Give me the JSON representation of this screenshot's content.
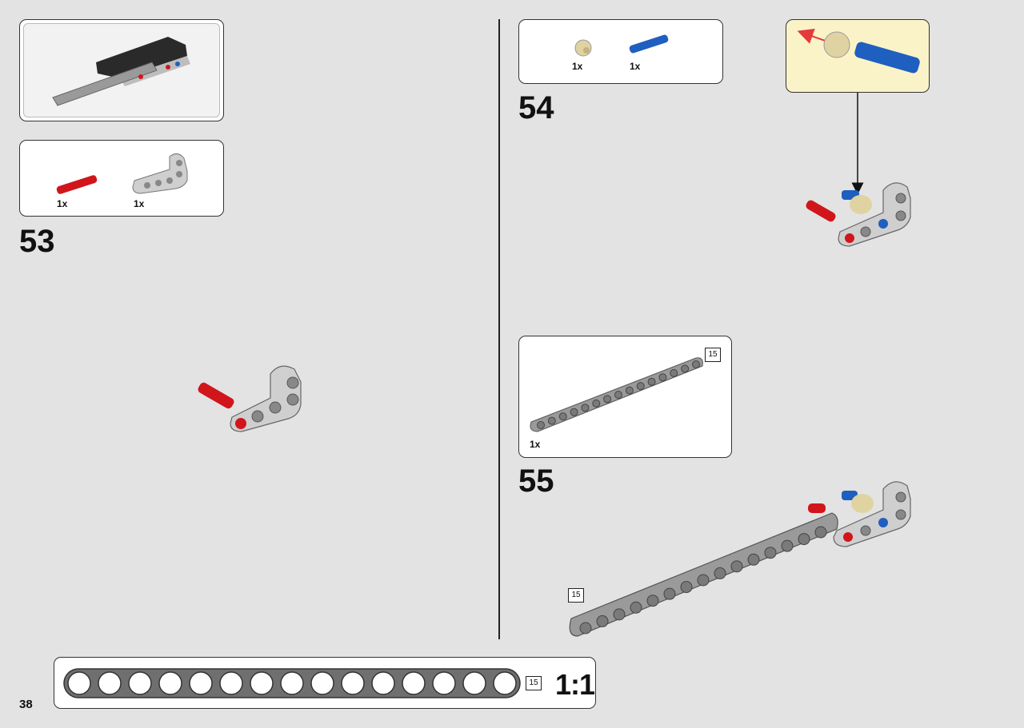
{
  "page": {
    "number": "38"
  },
  "steps": [
    {
      "number": "53",
      "parts": [
        {
          "name": "red-axle-pin",
          "qty": "1x"
        },
        {
          "name": "grey-l-beam",
          "qty": "1x"
        }
      ]
    },
    {
      "number": "54",
      "parts": [
        {
          "name": "tan-bush",
          "qty": "1x"
        },
        {
          "name": "blue-axle-pin",
          "qty": "1x"
        }
      ]
    },
    {
      "number": "55",
      "parts": [
        {
          "name": "beam-15",
          "qty": "1x",
          "length": "15"
        }
      ]
    }
  ],
  "assembly_beam_length": "15",
  "scale": {
    "length": "15",
    "label": "1:1",
    "holes": 15
  },
  "colors": {
    "page_bg": "#e3e3e3",
    "beam_grey": "#9a9a9a",
    "light_grey": "#c9c9c9",
    "red": "#d0161b",
    "blue": "#1f5fbf",
    "tan": "#e0d3a2",
    "callout_bg": "#fbf3c8"
  }
}
